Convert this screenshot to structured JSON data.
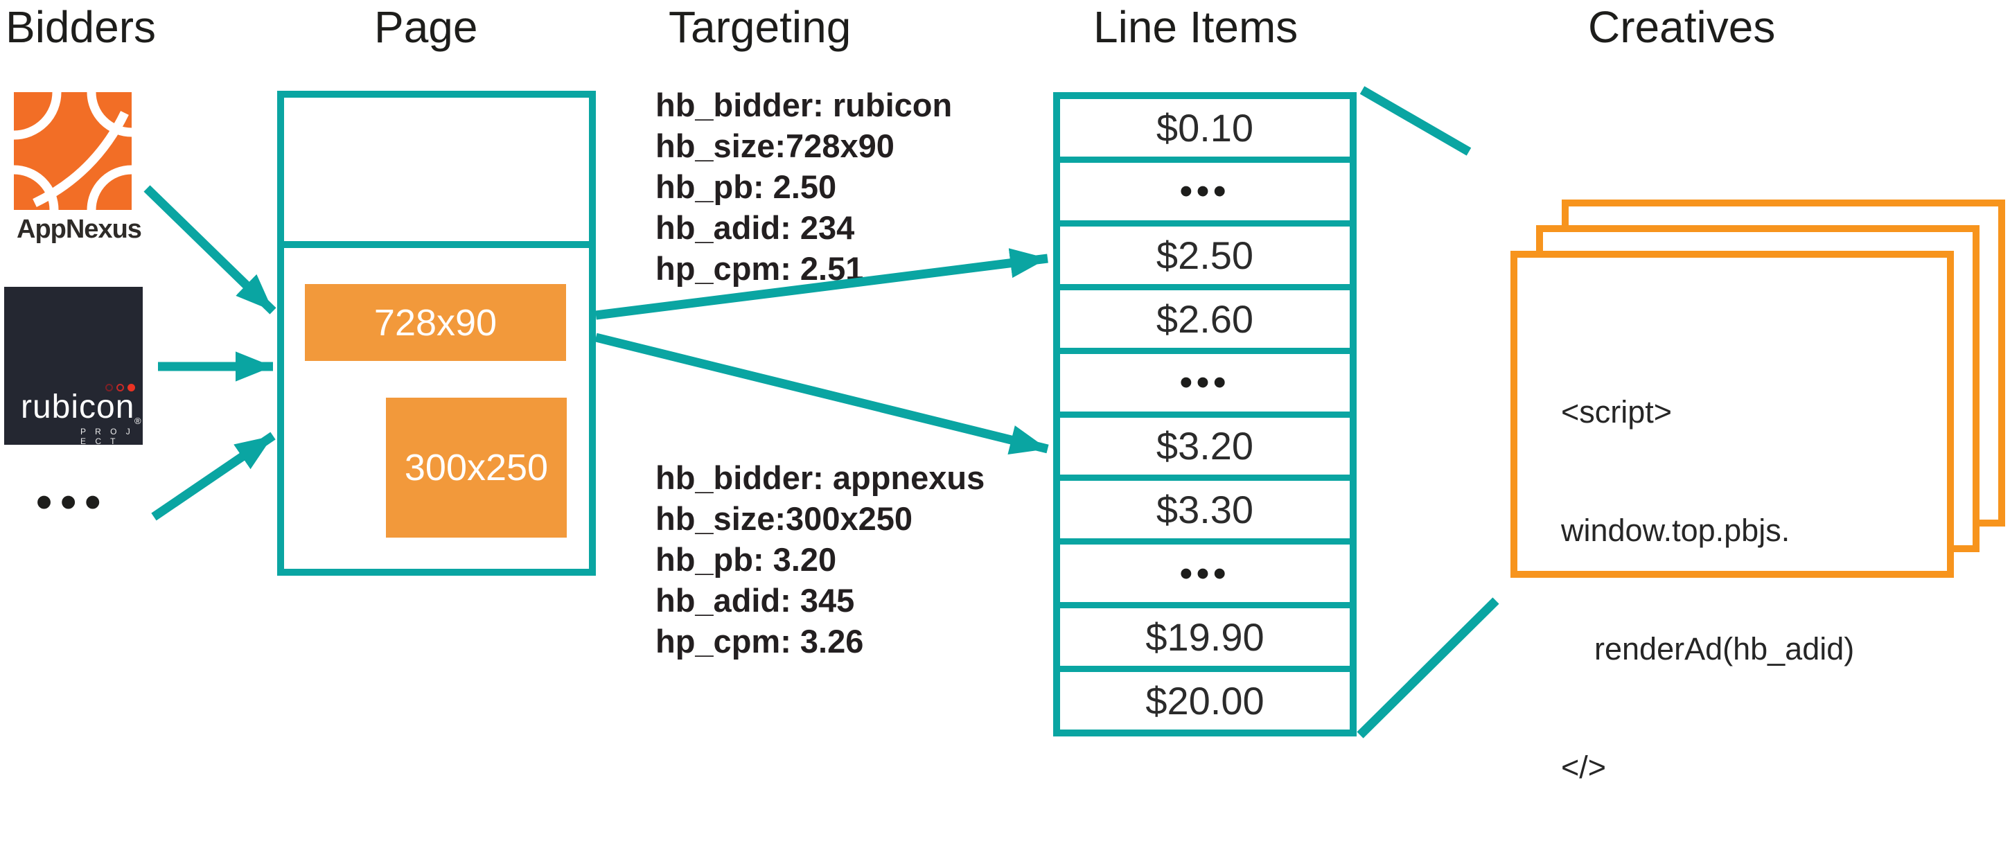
{
  "titles": {
    "bidders": "Bidders",
    "page": "Page",
    "targeting": "Targeting",
    "line_items": "Line Items",
    "creatives": "Creatives"
  },
  "bidders": {
    "appnexus_label": "AppNexus",
    "rubicon": {
      "name": "rubicon",
      "reg": "®",
      "project": "P R O J E C T"
    },
    "more_label": "•••"
  },
  "page": {
    "ad_slots": [
      {
        "label": "728x90"
      },
      {
        "label": "300x250"
      }
    ]
  },
  "targeting": {
    "blocks": [
      {
        "lines": [
          "hb_bidder: rubicon",
          "hb_size:728x90",
          "hb_pb: 2.50",
          "hb_adid: 234",
          "hp_cpm: 2.51"
        ]
      },
      {
        "lines": [
          "hb_bidder: appnexus",
          "hb_size:300x250",
          "hb_pb: 3.20",
          "hb_adid: 345",
          "hp_cpm: 3.26"
        ]
      }
    ]
  },
  "line_items": {
    "rows": [
      "$0.10",
      "•••",
      "$2.50",
      "$2.60",
      "•••",
      "$3.20",
      "$3.30",
      "•••",
      "$19.90",
      "$20.00"
    ]
  },
  "creatives": {
    "code_lines": [
      "<script>",
      "window.top.pbjs.",
      "renderAd(hb_adid)",
      "</>"
    ]
  },
  "colors": {
    "teal": "#0AA5A2",
    "slot_orange": "#F2993B",
    "card_border_orange": "#F7941D",
    "appnexus_orange": "#F26E26",
    "rubicon_dark": "#242731",
    "text_dark": "#231f20"
  }
}
